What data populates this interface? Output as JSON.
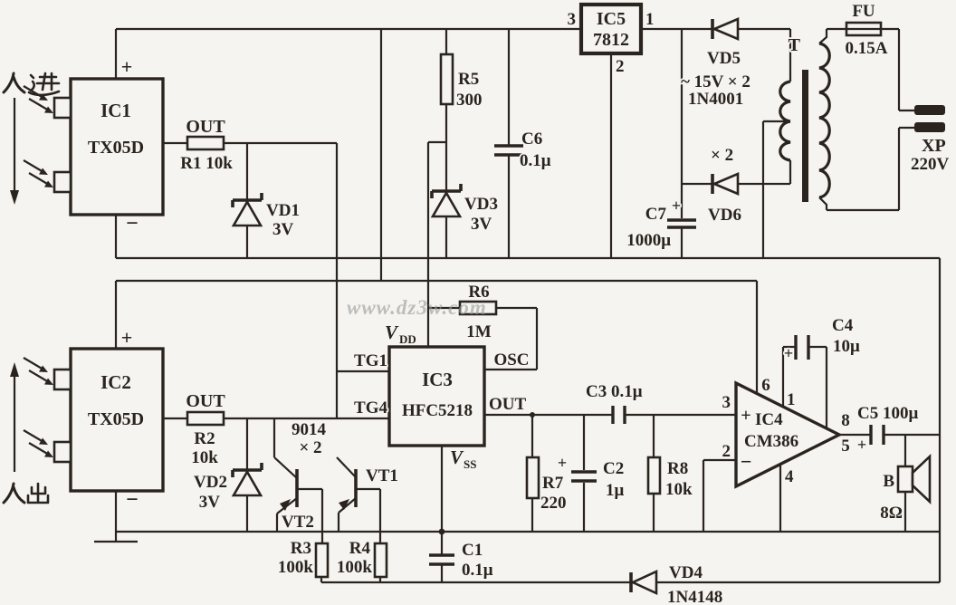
{
  "colors": {
    "ink": "#2b241e",
    "paper": "#f5f4f0",
    "watermark": "#9b9b9b"
  },
  "watermark": "www.dz3w.com",
  "entry_channel": {
    "direction_label": "人进",
    "ic_name": "IC1",
    "ic_part": "TX05D",
    "plus": "+",
    "minus": "−",
    "out_label": "OUT",
    "r1_label": "R1 10k",
    "vd1_name": "VD1",
    "vd1_value": "3V"
  },
  "exit_channel": {
    "direction_label": "人出",
    "ic_name": "IC2",
    "ic_part": "TX05D",
    "plus": "+",
    "minus": "−",
    "out_label": "OUT",
    "r2_name": "R2",
    "r2_value": "10k",
    "vd2_name": "VD2",
    "vd2_value": "3V"
  },
  "driver": {
    "type_label": "9014",
    "x2_label": "× 2",
    "vt1_name": "VT1",
    "vt2_name": "VT2",
    "r3_name": "R3",
    "r3_value": "100k",
    "r4_name": "R4",
    "r4_value": "100k",
    "c1_name": "C1",
    "c1_value": "0.1μ"
  },
  "sound_chip": {
    "ic_name": "IC3",
    "ic_part": "HFC5218",
    "vdd_main": "V",
    "vdd_sub": "DD",
    "vss_main": "V",
    "vss_sub": "SS",
    "tg1_label": "TG1",
    "tg4_label": "TG4",
    "osc_label": "OSC",
    "out_label": "OUT",
    "r6_name": "R6",
    "r6_value": "1M"
  },
  "amplifier": {
    "c3_label": "C3 0.1μ",
    "r7_name": "R7",
    "r7_value": "220",
    "c2_name": "C2",
    "c2_value": "1μ",
    "c2_plus": "+",
    "r8_name": "R8",
    "r8_value": "10k",
    "ic_name": "IC4",
    "ic_part": "CM386",
    "plus": "+",
    "minus": "−",
    "pin1": "1",
    "pin2": "2",
    "pin3": "3",
    "pin4": "4",
    "pin5": "5",
    "pin6": "6",
    "pin8": "8",
    "c4_name": "C4",
    "c4_value": "10μ",
    "c4_plus": "+",
    "c5_label": "C5 100μ",
    "c5_plus": "+",
    "speaker_name": "B",
    "speaker_value": "8Ω",
    "vd4_name": "VD4",
    "vd4_part": "1N4148"
  },
  "power_supply": {
    "reg_name": "IC5",
    "reg_part": "7812",
    "reg_pin1": "1",
    "reg_pin2": "2",
    "reg_pin3": "3",
    "r5_name": "R5",
    "r5_value": "300",
    "c6_name": "C6",
    "c6_value": "0.1μ",
    "vd3_name": "VD3",
    "vd3_value": "3V",
    "c7_name": "C7",
    "c7_plus": "+",
    "c7_value": "1000μ",
    "vd5_name": "VD5",
    "vd5_spec": "~ 15V × 2",
    "vd5_part": "1N4001",
    "x2_label": "× 2",
    "vd6_name": "VD6",
    "transformer_label": "T",
    "fuse_name": "FU",
    "fuse_value": "0.15A",
    "plug_name": "XP",
    "plug_value": "220V"
  }
}
